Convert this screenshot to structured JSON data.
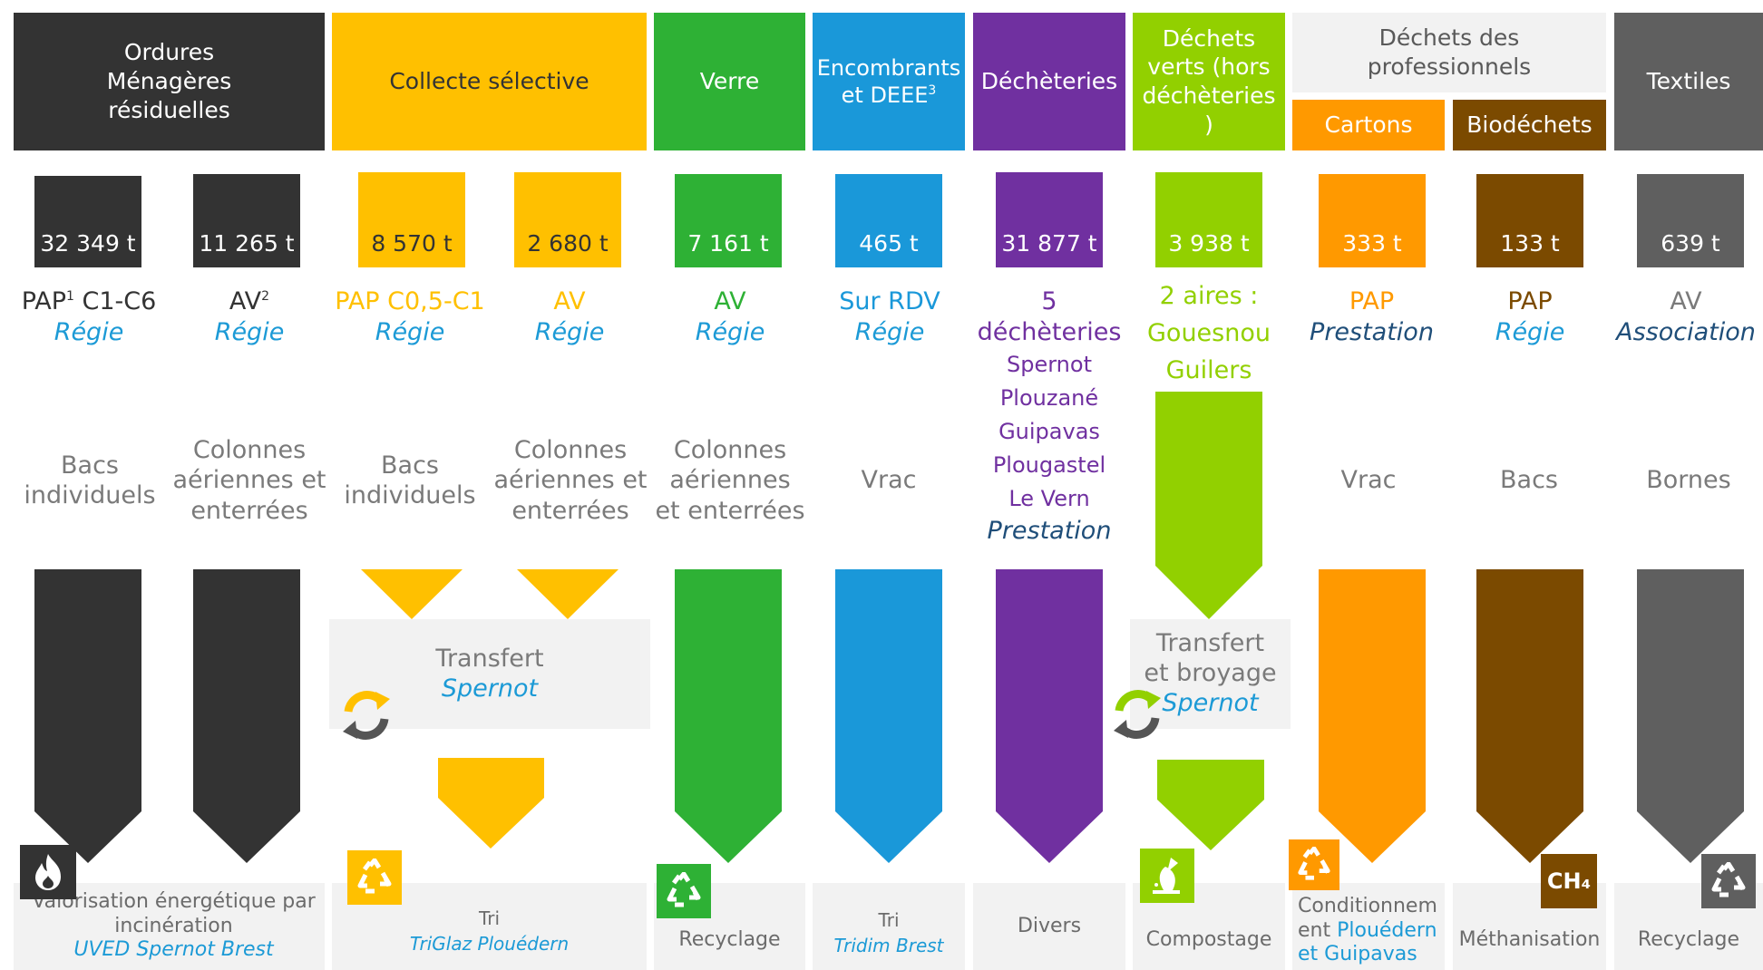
{
  "colors": {
    "black": "#333333",
    "yellow": "#ffc000",
    "green": "#2eb135",
    "blue": "#1a98d9",
    "purple": "#7030a0",
    "lime": "#92d000",
    "orange": "#ff9900",
    "brown": "#7b4a00",
    "gray": "#5f5f5f",
    "light_gray": "#f2f2f2",
    "label_blue": "#1c9ad6",
    "dark_blue": "#1f4e79"
  },
  "headers": {
    "omr": "Ordures Ménagères résiduelles",
    "collecte": "Collecte sélective",
    "verre": "Verre",
    "encombrants_text": "Encombrants et DEEE",
    "encombrants_sup": "3",
    "decheteries": "Déchèteries",
    "dechets_verts": "Déchets verts (hors déchèteries )",
    "professionnels": "Déchets des professionnels",
    "cartons": "Cartons",
    "biodechets": "Biodéchets",
    "textiles": "Textiles"
  },
  "tonnages": {
    "omr_pap": "32 349 t",
    "omr_av": "11 265 t",
    "cs_pap": "8 570 t",
    "cs_av": "2 680 t",
    "verre": "7 161 t",
    "encombrants": "465 t",
    "decheteries": "31 877 t",
    "dechets_verts": "3 938 t",
    "cartons": "333 t",
    "biodechets": "133 t",
    "textiles": "639 t"
  },
  "modes": {
    "omr_pap": "PAP",
    "omr_pap_sup": "1",
    "omr_pap_freq": " C1-C6",
    "omr_av": "AV",
    "omr_av_sup": "2",
    "cs_pap": "PAP C0,5-C1",
    "cs_av": "AV",
    "verre": "AV",
    "encombrants": "Sur RDV",
    "decheteries_1": "5",
    "decheteries_2": "déchèteries",
    "dechets_verts_1": "2 aires :",
    "dechets_verts_2": "Gouesnou",
    "dechets_verts_3": "Guilers",
    "cartons": "PAP",
    "biodechets": "PAP",
    "textiles": "AV"
  },
  "operators": {
    "omr_pap": "Régie",
    "omr_av": "Régie",
    "cs_pap": "Régie",
    "cs_av": "Régie",
    "verre": "Régie",
    "encombrants": "Régie",
    "decheteries": "Prestation",
    "cartons": "Prestation",
    "biodechets": "Régie",
    "textiles": "Association"
  },
  "decheteries_sites": [
    "Spernot",
    "Plouzané",
    "Guipavas",
    "Plougastel",
    "Le Vern"
  ],
  "containers": {
    "omr_pap": "Bacs individuels",
    "omr_av": "Colonnes aériennes et enterrées",
    "cs_pap": "Bacs individuels",
    "cs_av": "Colonnes aériennes et enterrées",
    "verre": "Colonnes aériennes et enterrées",
    "encombrants": "Vrac",
    "cartons": "Vrac",
    "biodechets": "Bacs",
    "textiles": "Bornes"
  },
  "transfers": {
    "cs_title": "Transfert",
    "cs_place": "Spernot",
    "dv_title_1": "Transfert",
    "dv_title_2": "et broyage",
    "dv_place": "Spernot"
  },
  "destinations": {
    "omr_1": "Valorisation énergétique par",
    "omr_2": "incinération",
    "omr_place": "UVED Spernot Brest",
    "cs_1": "Tri",
    "cs_place": "TriGlaz Plouédern",
    "verre": "Recyclage",
    "enc_1": "Tri",
    "enc_place": "Tridim Brest",
    "decheteries": "Divers",
    "dechets_verts": "Compostage",
    "cartons_1": "Conditionnem",
    "cartons_2a": "ent ",
    "cartons_2b": "Plouédern",
    "cartons_3": "et Guipavas",
    "biodechets": "Méthanisation",
    "textiles": "Recyclage"
  },
  "icons": {
    "fire": "fire-icon",
    "recycle": "recycle-icon",
    "refresh": "refresh-cycle-icon",
    "compost": "compost-icon",
    "ch4_label": "CH₄"
  }
}
